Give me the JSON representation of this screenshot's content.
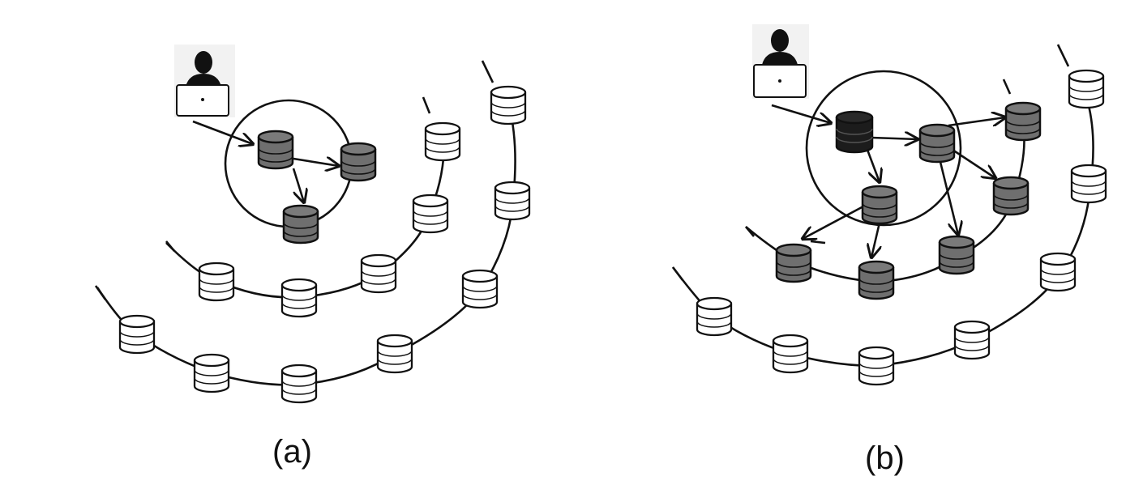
{
  "panels": [
    {
      "id": "a",
      "label": "(a)",
      "queried_databases": 3,
      "forwarding_user_query": false
    },
    {
      "id": "b",
      "label": "(b)",
      "queried_databases": 8,
      "forwarding_user_query": true
    }
  ],
  "legend_semantics": {
    "user_icon": "user-at-laptop-icon",
    "active_node": "database-icon-active",
    "idle_node": "database-icon-idle",
    "origin_node": "database-icon-origin"
  },
  "colors": {
    "idle_fill": "#ffffff",
    "active_fill": "#6f6f6f",
    "origin_fill": "#1c1c1c",
    "stroke": "#111111"
  }
}
